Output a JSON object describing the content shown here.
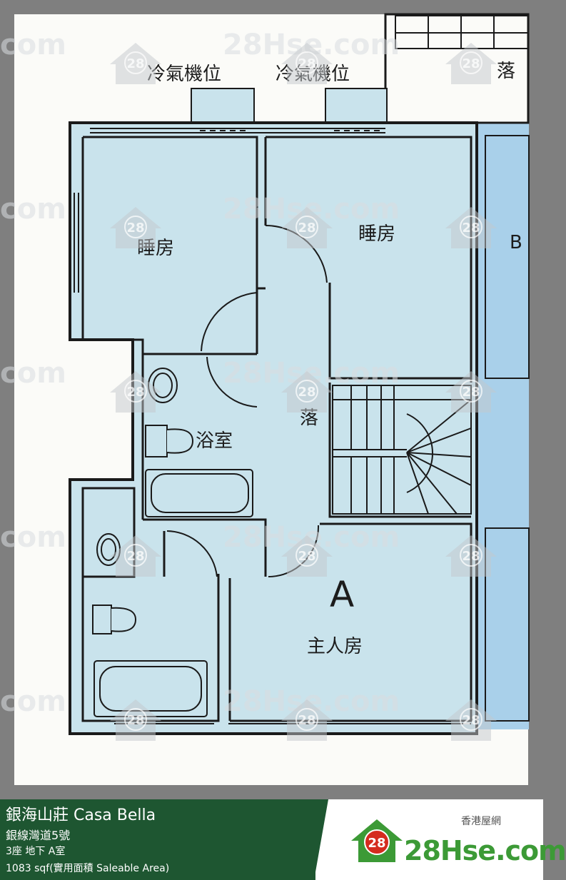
{
  "plan": {
    "labels": {
      "ac1": "冷氣機位",
      "ac2": "冷氣機位",
      "lobby_top": "落",
      "bedroom1": "睡房",
      "bedroom2": "睡房",
      "partial_right": "B",
      "corridor": "落",
      "bathroom": "浴室",
      "unit": "A",
      "master": "主人房"
    },
    "watermark_text": "28Hse.com",
    "watermark_partial": "com",
    "watermark_badge": "28",
    "colors": {
      "room_fill": "#c9e3ec",
      "wall": "#1a1a1a",
      "stair": "#d8ecf2",
      "neighbor": "#a9d0ea",
      "paper": "#fbfbf8"
    }
  },
  "footer": {
    "line1": "銀海山莊 Casa Bella",
    "line2": "銀線灣道5號",
    "line3": "3座 地下 A室",
    "line4": "1083 sqf(實用面積 Saleable Area)",
    "logo_sub": "香港屋網",
    "logo_main": "28Hse.com",
    "logo_badge": "28",
    "colors": {
      "panel": "#1e5631",
      "brand_green": "#3c9a36",
      "brand_red": "#d52b1e"
    }
  }
}
